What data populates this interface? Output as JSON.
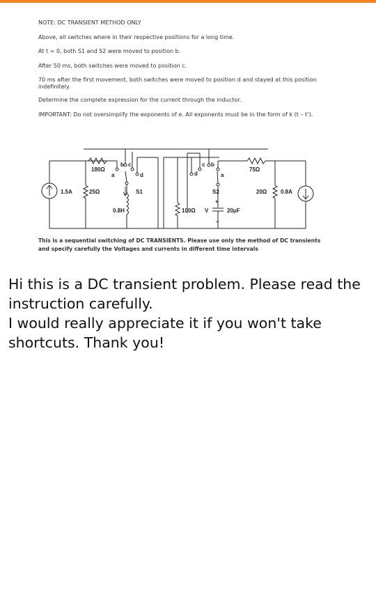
{
  "theme": {
    "accent": "#f5821f"
  },
  "problem": {
    "note": "NOTE: DC TRANSIENT METHOD ONLY",
    "p1": "Above, all switches where in their respective positions for a long time.",
    "p2": "At t = 0, both S1 and S2 were moved to position b.",
    "p3": "After 50 ms, both switches were moved to position c.",
    "p4": "70 ms after the first movement, both switches were moved to position d and stayed at this position indefinitely.",
    "p5": "Determine the complete expression for the current through the inductor.",
    "p6": "IMPORTANT: Do not oversimplify the exponents of e. All exponents must be in the form of k (t – t’)."
  },
  "circuit": {
    "source_left": "1.5A",
    "r25": "25Ω",
    "r180": "180Ω",
    "switch1": "S1",
    "inductor": "0.8H",
    "r100": "100Ω",
    "switch2": "S2",
    "cap_v": "V",
    "cap_plus": "+",
    "cap_minus": "–",
    "capacitor": "20μF",
    "r75": "75Ω",
    "r20": "20Ω",
    "source_right": "0.8A",
    "pos_a": "a",
    "pos_b": "b",
    "pos_c": "c",
    "pos_d": "d"
  },
  "caption": "This is a sequential switching of DC TRANSIENTS. Please use only the method of DC transients and specify carefully the Voltages and currents in different time intervals",
  "message": {
    "line1": "Hi this is a DC transient problem. Please read the instruction carefully.",
    "line2": "I would really appreciate it if you won't take shortcuts. Thank you!"
  }
}
